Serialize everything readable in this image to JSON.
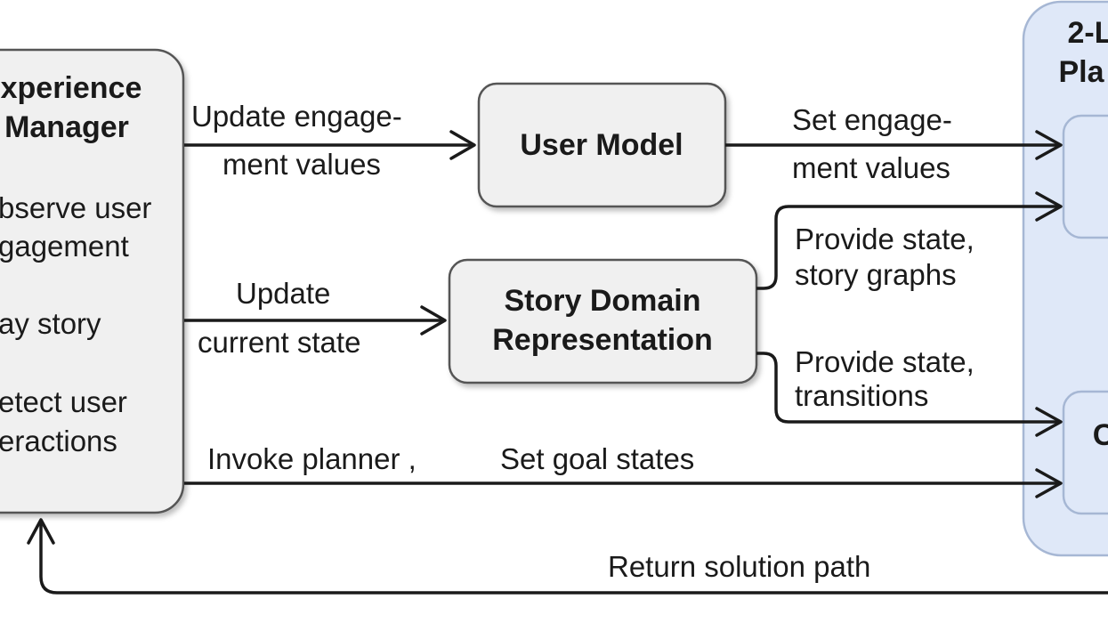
{
  "experience_manager": {
    "title_line1": "xperience",
    "title_line2": "Manager",
    "items": [
      "bserve user",
      "gagement",
      "ay story",
      "etect user",
      "eractions"
    ]
  },
  "user_model": {
    "label": "User Model"
  },
  "story_domain": {
    "line1": "Story Domain",
    "line2": "Representation"
  },
  "planner": {
    "title_line1": "2-L",
    "title_line2": "Pla",
    "inner_fragment": "C"
  },
  "edges": {
    "update_engagement": [
      "Update engage-",
      "ment values"
    ],
    "set_engagement": [
      "Set engage-",
      "ment values"
    ],
    "update_state": [
      "Update",
      "current state"
    ],
    "provide_graphs": [
      "Provide state,",
      "story graphs"
    ],
    "provide_transitions": [
      "Provide state,",
      "transitions"
    ],
    "invoke_planner": "Invoke planner ,",
    "set_goal_states": "Set goal states",
    "return_path": "Return solution path"
  },
  "colors": {
    "node_fill": "#f0f0f0",
    "planner_fill": "#dfe8f8",
    "planner_stroke": "#a6b7d4",
    "line": "#1a1a1a"
  }
}
